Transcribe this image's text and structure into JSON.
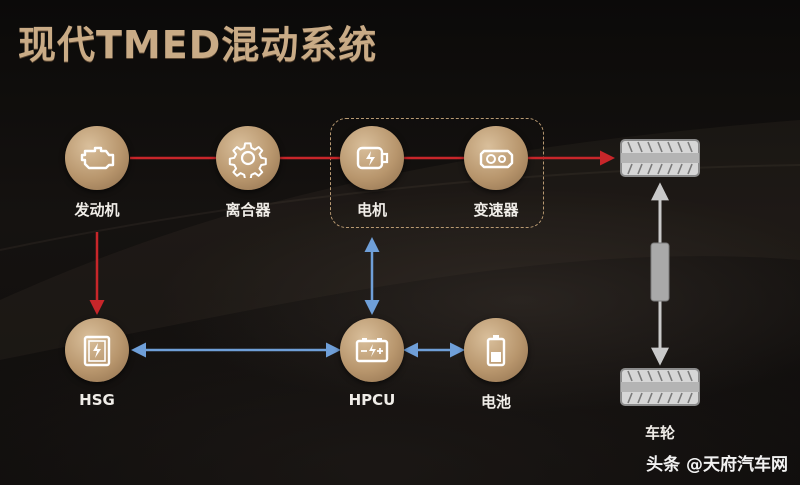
{
  "title": "现代TMED混动系统",
  "nodes": {
    "engine": "发动机",
    "clutch": "离合器",
    "motor": "电机",
    "transmission": "变速器",
    "hsg": "HSG",
    "hpcu": "HPCU",
    "battery": "电池",
    "wheel": "车轮"
  },
  "watermark": "头条 @天府汽车网",
  "colors": {
    "mechanical_flow": "#c8262a",
    "electrical_flow": "#6f9fd8",
    "node_gold": "#b8966d",
    "title_gold": "#c9ab86"
  },
  "icons": {
    "engine": "engine-icon",
    "clutch": "gear-icon",
    "motor": "motor-icon",
    "transmission": "gearbox-icon",
    "hsg": "generator-icon",
    "hpcu": "battery-charger-icon",
    "battery": "battery-icon",
    "wheel": "tire-icon"
  }
}
